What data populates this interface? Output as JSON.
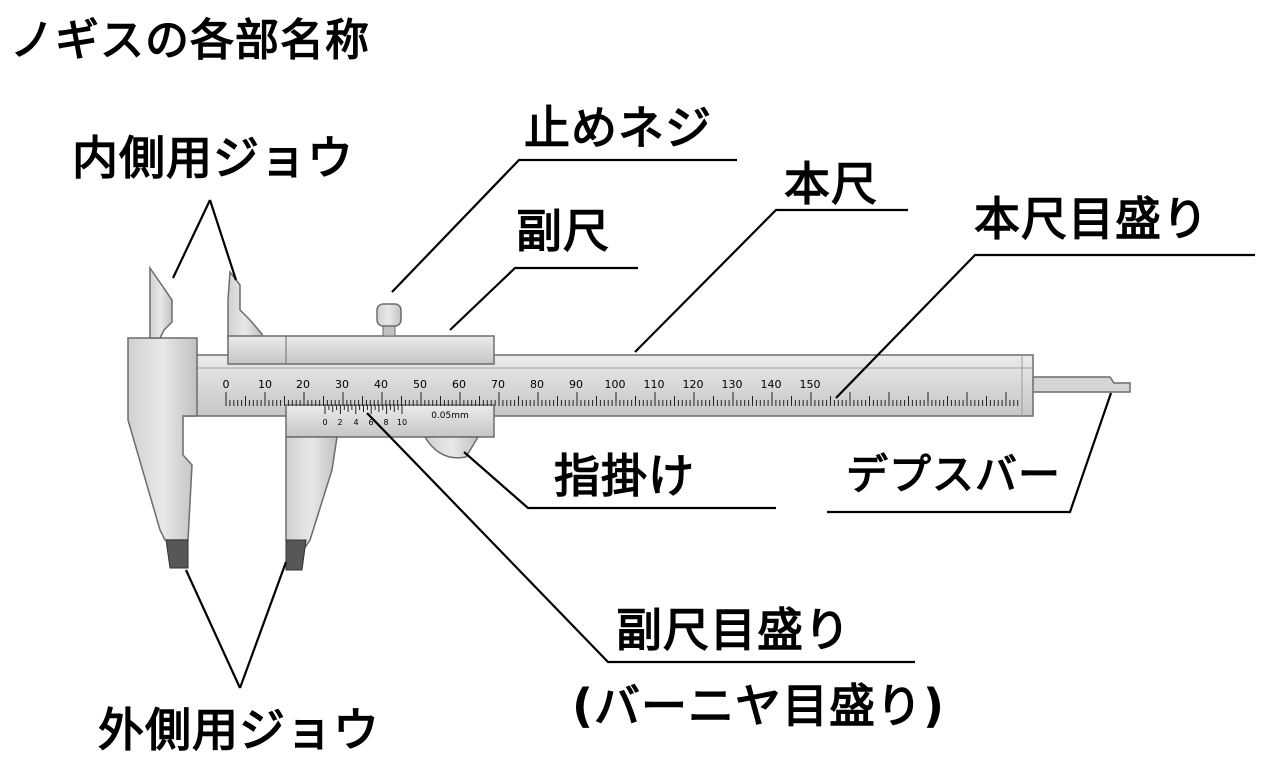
{
  "title": "ノギスの各部名称",
  "labels": {
    "inner_jaw": "内側用ジョウ",
    "outer_jaw": "外側用ジョウ",
    "lock_screw": "止めネジ",
    "slider": "副尺",
    "main_scale": "本尺",
    "main_scale_graduation": "本尺目盛り",
    "thumb_grip": "指掛け",
    "depth_bar": "デプスバー",
    "vernier_graduation": "副尺目盛り",
    "vernier_graduation_alt": "(バーニヤ目盛り)"
  },
  "scale": {
    "main_numbers": [
      "0",
      "10",
      "20",
      "30",
      "40",
      "50",
      "60",
      "70",
      "80",
      "90",
      "100",
      "110",
      "120",
      "130",
      "140",
      "150"
    ],
    "vernier_numbers": [
      "0",
      "2",
      "4",
      "6",
      "8",
      "10"
    ],
    "vernier_unit": "0.05mm"
  }
}
